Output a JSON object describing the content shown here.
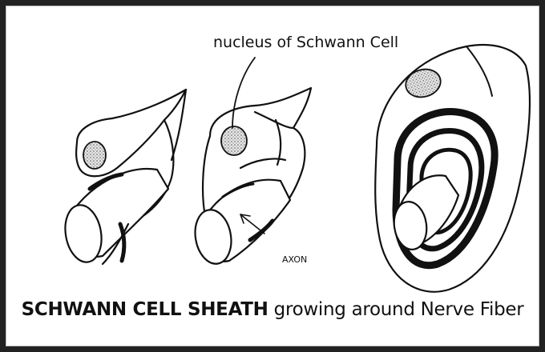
{
  "labels": {
    "nucleus": "nucleus of Schwann Cell",
    "axon": "AXON"
  },
  "caption": {
    "bold_part": "SCHWANN CELL SHEATH",
    "rest": " growing around Nerve Fiber"
  },
  "colors": {
    "ink": "#111111",
    "frame": "#222222",
    "paper": "#ffffff",
    "stipple": "#cfcfcf"
  }
}
